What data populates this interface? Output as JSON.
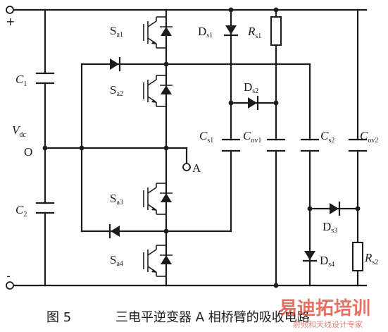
{
  "terminals": {
    "plus": "+",
    "minus": "-"
  },
  "labels": {
    "C1": {
      "main": "C",
      "sub": "1"
    },
    "C2": {
      "main": "C",
      "sub": "2"
    },
    "Vdc": {
      "main": "V",
      "sub": "dc"
    },
    "O": "O",
    "A": "A",
    "Sa1": {
      "main": "S",
      "sub": "a1"
    },
    "Sa2": {
      "main": "S",
      "sub": "a2"
    },
    "Sa3": {
      "main": "S",
      "sub": "a3"
    },
    "Sa4": {
      "main": "S",
      "sub": "a4"
    },
    "Ds1": {
      "main": "D",
      "sub": "s1"
    },
    "Rs1": {
      "main": "R",
      "sub": "s1"
    },
    "Ds2": {
      "main": "D",
      "sub": "s2"
    },
    "Cs1": {
      "main": "C",
      "sub": "s1"
    },
    "Cov1": {
      "main": "C",
      "sub": "ov1"
    },
    "Cs2": {
      "main": "C",
      "sub": "s2"
    },
    "Cov2": {
      "main": "C",
      "sub": "ov2"
    },
    "Ds3": {
      "main": "D",
      "sub": "s3"
    },
    "Ds4": {
      "main": "D",
      "sub": "s4"
    },
    "Rs2": {
      "main": "R",
      "sub": "s2"
    }
  },
  "caption": {
    "figure": "图 5",
    "title": "三电平逆变器 A 相桥臂的吸收电路"
  },
  "watermark": {
    "brand": "易迪拓培训",
    "tagline": "射频和天线设计专家"
  }
}
